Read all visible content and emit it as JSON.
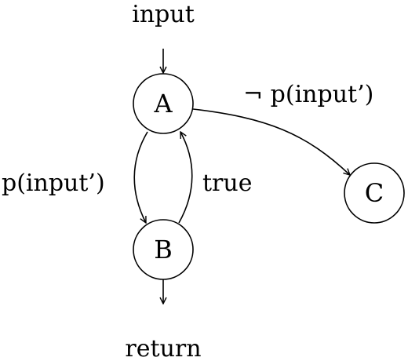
{
  "diagram": {
    "title_top": "input",
    "title_bottom": "return",
    "nodes": {
      "a": "A",
      "b": "B",
      "c": "C"
    },
    "edges": {
      "a_to_b": "p(input’)",
      "b_to_a": "true",
      "a_to_c": "¬ p(input’)"
    }
  }
}
